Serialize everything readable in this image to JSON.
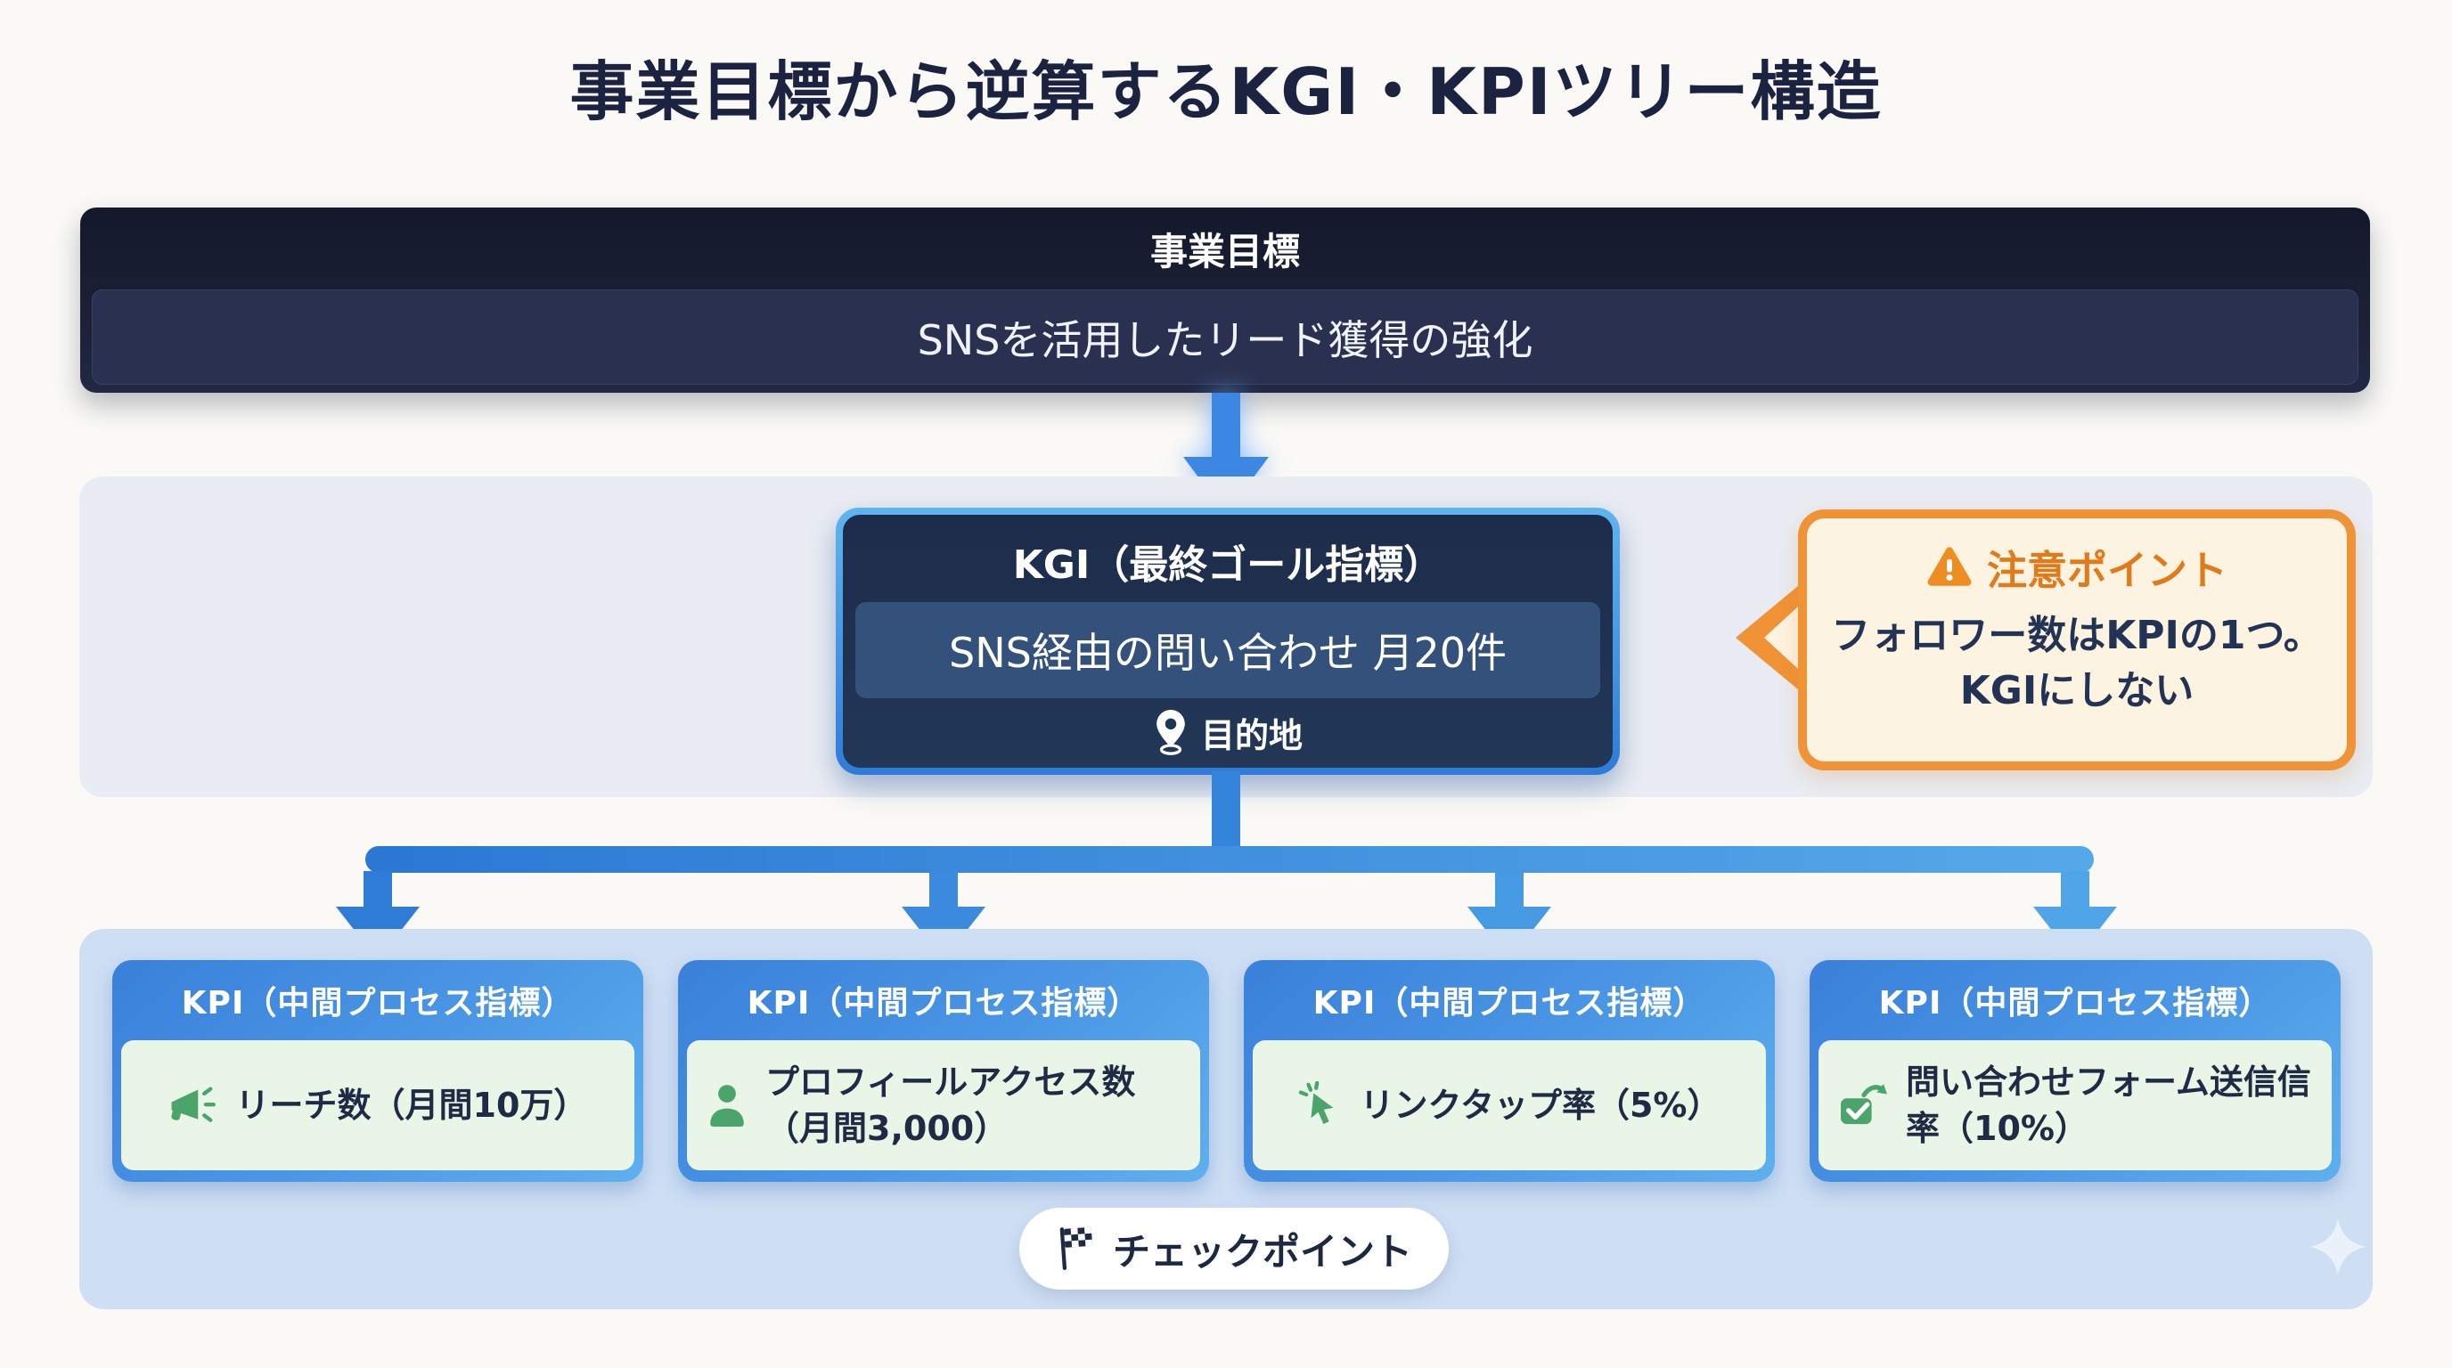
{
  "title": "事業目標から逆算するKGI・KPIツリー構造",
  "goal": {
    "header": "事業目標",
    "value": "SNSを活用したリード獲得の強化"
  },
  "kgi": {
    "header": "KGI（最終ゴール指標）",
    "value": "SNS経由の問い合わせ 月20件",
    "footer_label": "目的地",
    "footer_icon": "location-pin-icon"
  },
  "warning": {
    "icon": "warning-icon",
    "title": "注意ポイント",
    "line1": "フォロワー数はKPIの1つ。",
    "line2": "KGIにしない"
  },
  "kpis": [
    {
      "header": "KPI（中間プロセス指標）",
      "icon": "megaphone-icon",
      "value": "リーチ数（月間10万）"
    },
    {
      "header": "KPI（中間プロセス指標）",
      "icon": "person-icon",
      "value": "プロフィールアクセス数（月間3,000）"
    },
    {
      "header": "KPI（中間プロセス指標）",
      "icon": "cursor-click-icon",
      "value": "リンクタップ率（5%）"
    },
    {
      "header": "KPI（中間プロセス指標）",
      "icon": "send-form-icon",
      "value": "問い合わせフォーム送信信率（10%）"
    }
  ],
  "checkpoint": {
    "icon": "checkered-flag-icon",
    "label": "チェックポイント"
  },
  "colors": {
    "page_bg": "#faf9f6",
    "title_text": "#1b2340",
    "goal_box_bg": "#1a1f35",
    "goal_inner_bg": "#2a3150",
    "kgi_band_bg": "#e9ecf3",
    "kpi_band_bg": "#cedff4",
    "kgi_border_blue": "#3f93e2",
    "kgi_box_bg": "#1f3150",
    "kgi_inner_bg": "#33517a",
    "arrow_blue": "#3b87e3",
    "tree_blue_left": "#2b78d4",
    "tree_blue_right": "#55a9e8",
    "kpi_card_blue": "#4b97e5",
    "kpi_body_green": "#e9f5e6",
    "icon_green": "#4ba56b",
    "warning_border": "#ef9336",
    "warning_bg": "#fdf3e1",
    "warning_title": "#e07a1a",
    "dark_navy_text": "#1f2b45"
  }
}
